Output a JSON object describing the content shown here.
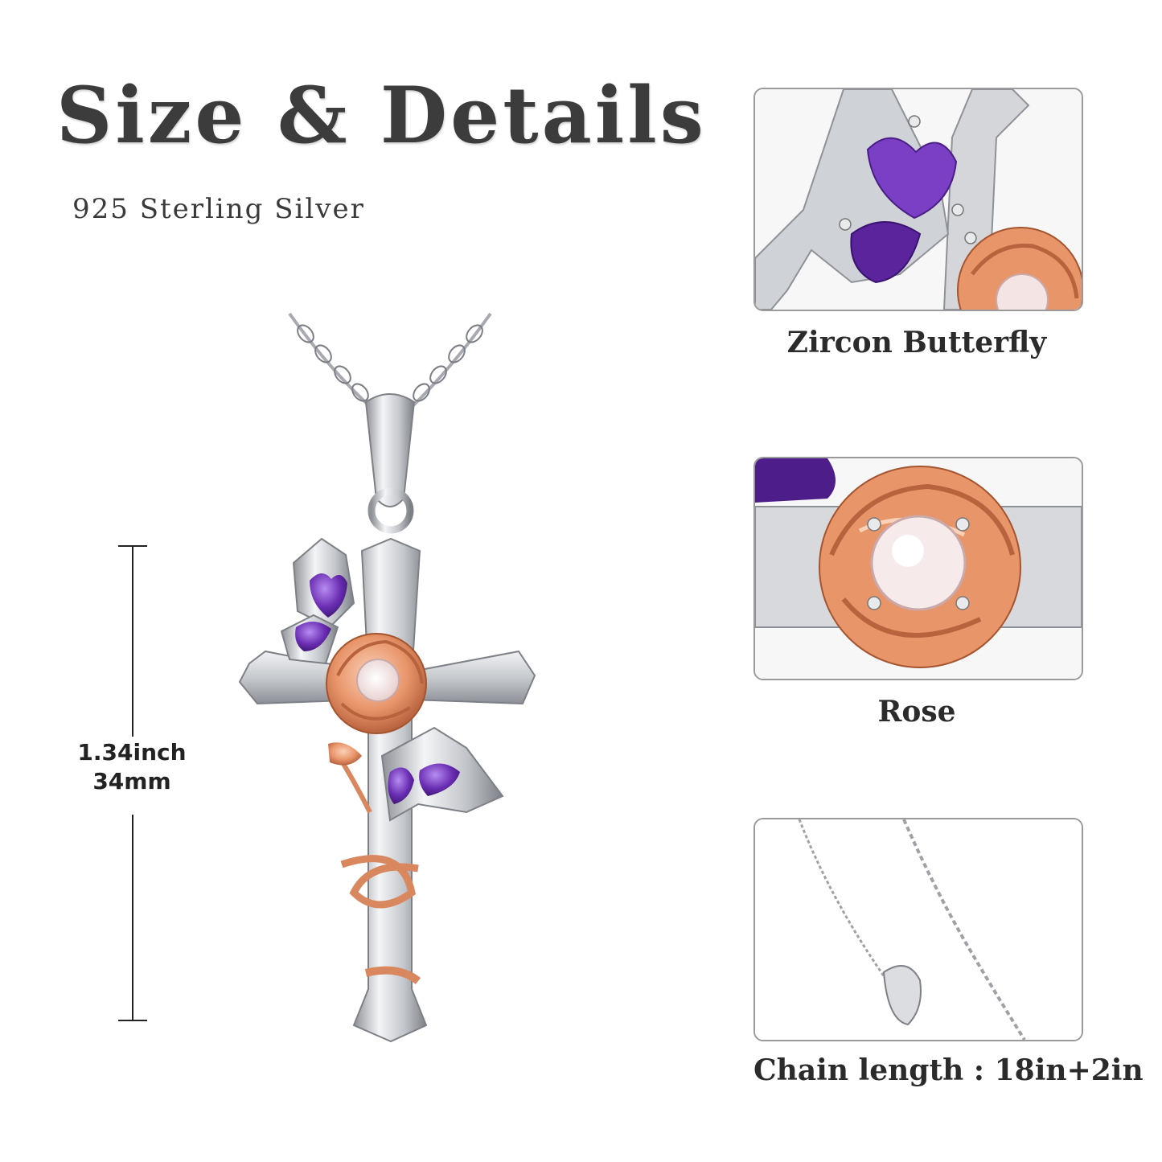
{
  "header": {
    "title": "Size & Details",
    "subtitle": "925 Sterling Silver"
  },
  "dimension": {
    "inches": "1.34inch",
    "millimeters": "34mm"
  },
  "details": [
    {
      "caption": "Zircon Butterfly"
    },
    {
      "caption": "Rose"
    },
    {
      "caption": "Chain length : 18in+2in"
    }
  ],
  "colors": {
    "silver": "#c9ccd1",
    "rose_gold": "#e69a72",
    "amethyst": "#6a2db3",
    "zircon": "#f4e4e4"
  }
}
